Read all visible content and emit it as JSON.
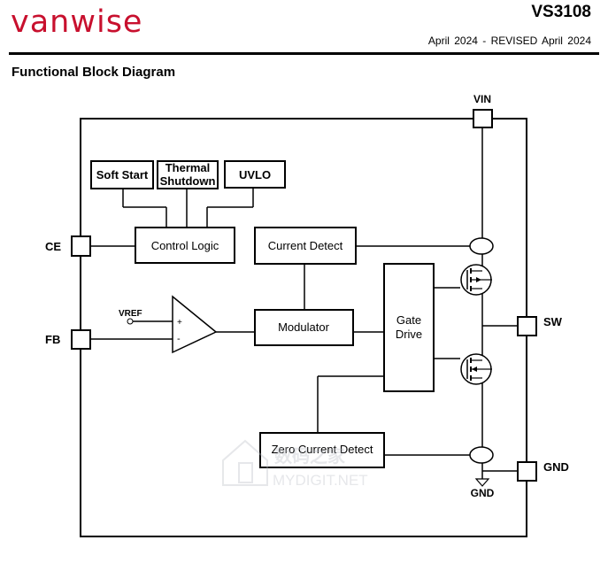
{
  "header": {
    "logo_text": "vanwise",
    "part_number": "VS3108",
    "revision": "April 2024 - REVISED April 2024"
  },
  "section_title": "Functional Block Diagram",
  "diagram": {
    "blocks": {
      "soft_start": "Soft Start",
      "thermal_line1": "Thermal",
      "thermal_line2": "Shutdown",
      "uvlo": "UVLO",
      "control_logic": "Control Logic",
      "current_detect": "Current Detect",
      "modulator": "Modulator",
      "gate_drive_line1": "Gate",
      "gate_drive_line2": "Drive",
      "zero_current_detect": "Zero Current Detect"
    },
    "pins": {
      "vin": "VIN",
      "ce": "CE",
      "fb": "FB",
      "sw": "SW",
      "gnd": "GND",
      "gnd_symbol": "GND"
    },
    "comparator": {
      "vref": "VREF",
      "plus": "+",
      "minus": "-"
    }
  },
  "watermark": {
    "cn_text": "数码之家",
    "url": "MYDIGIT.NET"
  }
}
